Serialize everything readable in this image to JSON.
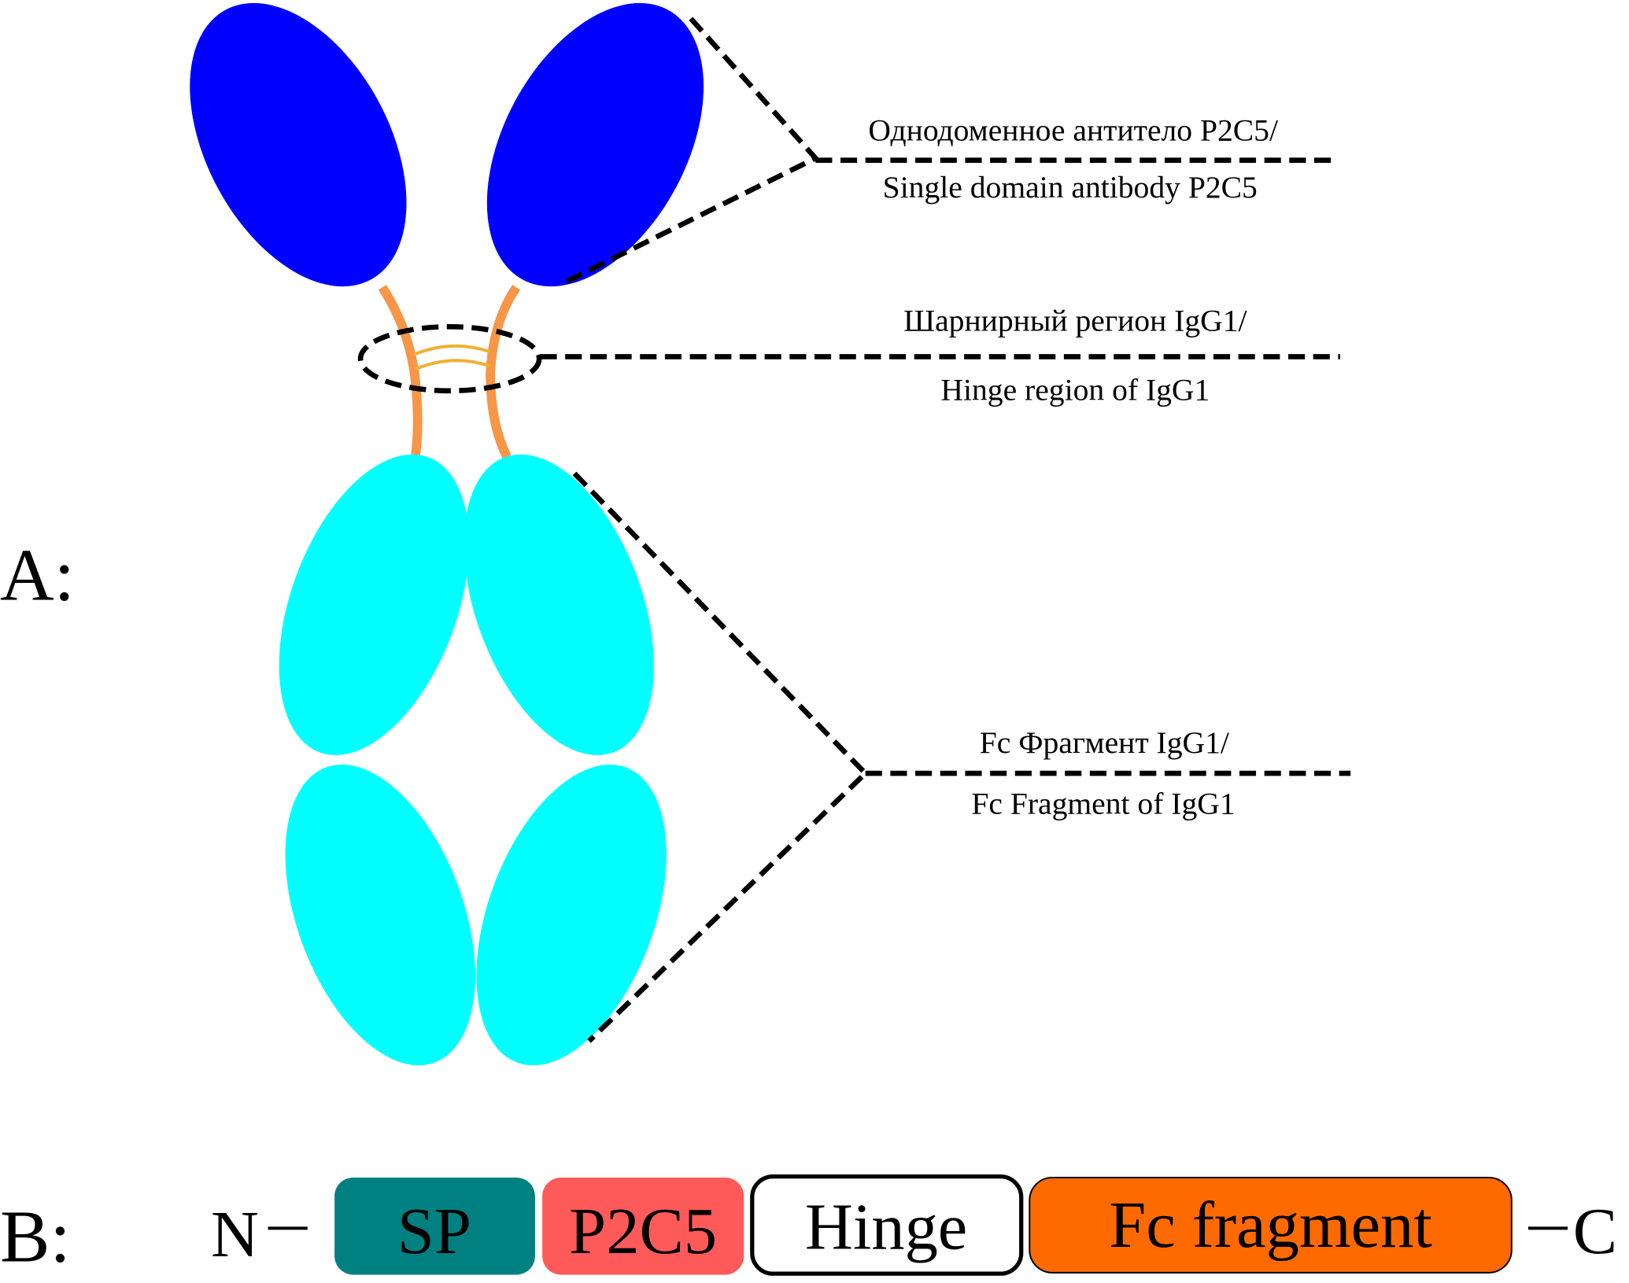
{
  "panel_a": {
    "label": "A:",
    "colors": {
      "vhh_domain": "#0000ff",
      "fc_domain": "#00ffff",
      "hinge_chain": "#f79646",
      "disulfide_bond": "#f0b030"
    },
    "annotations": [
      {
        "id": "vhh",
        "line1": "Однодоменное антитело P2C5/",
        "line2": "Single domain antibody P2C5"
      },
      {
        "id": "hinge",
        "line1": "Шарнирный регион IgG1/",
        "line2": "Hinge region of IgG1"
      },
      {
        "id": "fc",
        "line1": "Fc Фрагмент IgG1/",
        "line2": "Fc Fragment of IgG1"
      }
    ]
  },
  "panel_b": {
    "label": "B:",
    "n_terminus": "N",
    "c_terminus": "C",
    "segments": [
      {
        "label": "SP",
        "color": "#008080"
      },
      {
        "label": "P2C5",
        "color": "#ff5a5a"
      },
      {
        "label": "Hinge",
        "color": "#ffffff"
      },
      {
        "label": "Fc fragment",
        "color": "#ff6a00"
      }
    ]
  }
}
